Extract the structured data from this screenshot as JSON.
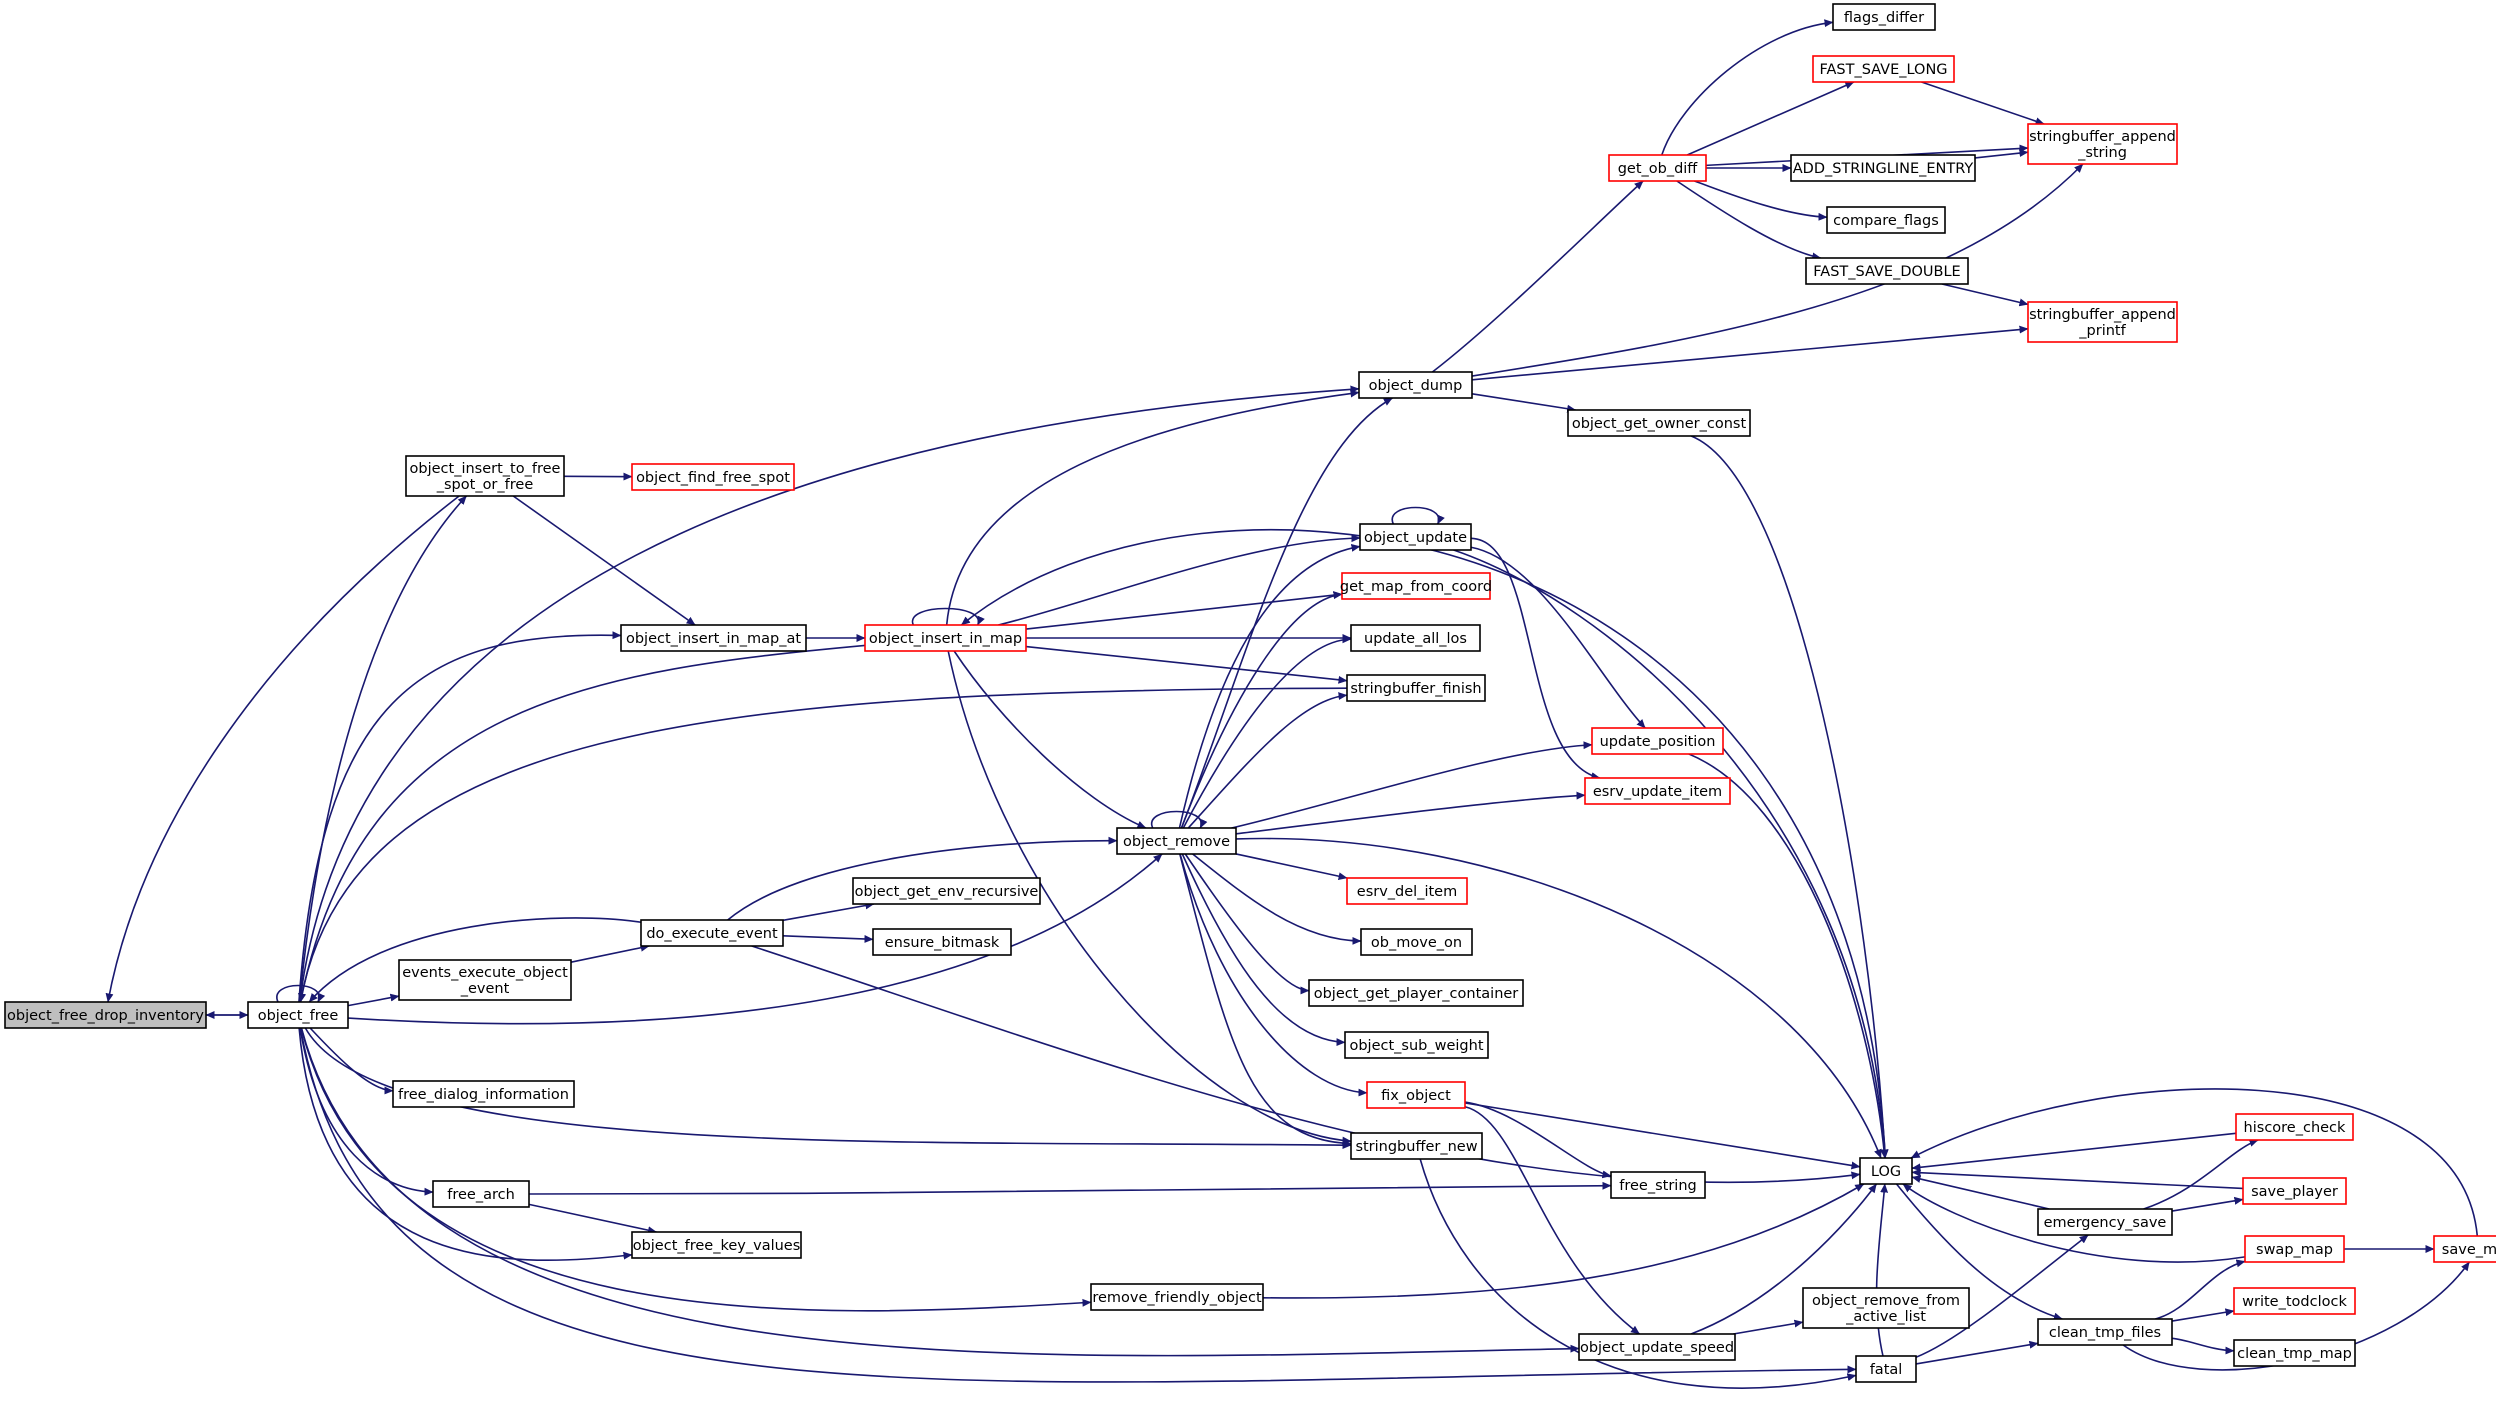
{
  "colors": {
    "edge": "#191970",
    "border": "#000000",
    "red_border": "#ff0000",
    "root_fill": "#bfbfbf"
  },
  "nodes": [
    {
      "id": "object_free_drop_inventory",
      "lines": [
        "object_free_drop_inventory"
      ],
      "style": "root"
    },
    {
      "id": "object_free",
      "lines": [
        "object_free"
      ],
      "style": "black"
    },
    {
      "id": "object_insert_to_free_spot_or_free",
      "lines": [
        "object_insert_to_free",
        "_spot_or_free"
      ],
      "style": "black"
    },
    {
      "id": "object_find_free_spot",
      "lines": [
        "object_find_free_spot"
      ],
      "style": "red"
    },
    {
      "id": "object_insert_in_map_at",
      "lines": [
        "object_insert_in_map_at"
      ],
      "style": "black"
    },
    {
      "id": "object_insert_in_map",
      "lines": [
        "object_insert_in_map"
      ],
      "style": "red"
    },
    {
      "id": "events_execute_object_event",
      "lines": [
        "events_execute_object",
        "_event"
      ],
      "style": "black"
    },
    {
      "id": "do_execute_event",
      "lines": [
        "do_execute_event"
      ],
      "style": "black"
    },
    {
      "id": "object_get_env_recursive",
      "lines": [
        "object_get_env_recursive"
      ],
      "style": "black"
    },
    {
      "id": "ensure_bitmask",
      "lines": [
        "ensure_bitmask"
      ],
      "style": "black"
    },
    {
      "id": "free_dialog_information",
      "lines": [
        "free_dialog_information"
      ],
      "style": "black"
    },
    {
      "id": "free_arch",
      "lines": [
        "free_arch"
      ],
      "style": "black"
    },
    {
      "id": "object_free_key_values",
      "lines": [
        "object_free_key_values"
      ],
      "style": "black"
    },
    {
      "id": "remove_friendly_object",
      "lines": [
        "remove_friendly_object"
      ],
      "style": "black"
    },
    {
      "id": "object_dump",
      "lines": [
        "object_dump"
      ],
      "style": "black"
    },
    {
      "id": "object_get_owner_const",
      "lines": [
        "object_get_owner_const"
      ],
      "style": "black"
    },
    {
      "id": "get_ob_diff",
      "lines": [
        "get_ob_diff"
      ],
      "style": "red"
    },
    {
      "id": "flags_differ",
      "lines": [
        "flags_differ"
      ],
      "style": "black"
    },
    {
      "id": "FAST_SAVE_LONG",
      "lines": [
        "FAST_SAVE_LONG"
      ],
      "style": "red"
    },
    {
      "id": "ADD_STRINGLINE_ENTRY",
      "lines": [
        "ADD_STRINGLINE_ENTRY"
      ],
      "style": "black"
    },
    {
      "id": "compare_flags",
      "lines": [
        "compare_flags"
      ],
      "style": "black"
    },
    {
      "id": "FAST_SAVE_DOUBLE",
      "lines": [
        "FAST_SAVE_DOUBLE"
      ],
      "style": "black"
    },
    {
      "id": "stringbuffer_append_string",
      "lines": [
        "stringbuffer_append",
        "_string"
      ],
      "style": "red"
    },
    {
      "id": "stringbuffer_append_printf",
      "lines": [
        "stringbuffer_append",
        "_printf"
      ],
      "style": "red"
    },
    {
      "id": "object_update",
      "lines": [
        "object_update"
      ],
      "style": "black"
    },
    {
      "id": "get_map_from_coord",
      "lines": [
        "get_map_from_coord"
      ],
      "style": "red"
    },
    {
      "id": "update_all_los",
      "lines": [
        "update_all_los"
      ],
      "style": "black"
    },
    {
      "id": "stringbuffer_finish",
      "lines": [
        "stringbuffer_finish"
      ],
      "style": "black"
    },
    {
      "id": "update_position",
      "lines": [
        "update_position"
      ],
      "style": "red"
    },
    {
      "id": "esrv_update_item",
      "lines": [
        "esrv_update_item"
      ],
      "style": "red"
    },
    {
      "id": "object_remove",
      "lines": [
        "object_remove"
      ],
      "style": "black"
    },
    {
      "id": "esrv_del_item",
      "lines": [
        "esrv_del_item"
      ],
      "style": "red"
    },
    {
      "id": "ob_move_on",
      "lines": [
        "ob_move_on"
      ],
      "style": "black"
    },
    {
      "id": "object_get_player_container",
      "lines": [
        "object_get_player_container"
      ],
      "style": "black"
    },
    {
      "id": "object_sub_weight",
      "lines": [
        "object_sub_weight"
      ],
      "style": "black"
    },
    {
      "id": "fix_object",
      "lines": [
        "fix_object"
      ],
      "style": "red"
    },
    {
      "id": "stringbuffer_new",
      "lines": [
        "stringbuffer_new"
      ],
      "style": "black"
    },
    {
      "id": "free_string",
      "lines": [
        "free_string"
      ],
      "style": "black"
    },
    {
      "id": "LOG",
      "lines": [
        "LOG"
      ],
      "style": "black"
    },
    {
      "id": "object_update_speed",
      "lines": [
        "object_update_speed"
      ],
      "style": "black"
    },
    {
      "id": "object_remove_from_active_list",
      "lines": [
        "object_remove_from",
        "_active_list"
      ],
      "style": "black"
    },
    {
      "id": "fatal",
      "lines": [
        "fatal"
      ],
      "style": "black"
    },
    {
      "id": "emergency_save",
      "lines": [
        "emergency_save"
      ],
      "style": "black"
    },
    {
      "id": "clean_tmp_files",
      "lines": [
        "clean_tmp_files"
      ],
      "style": "black"
    },
    {
      "id": "hiscore_check",
      "lines": [
        "hiscore_check"
      ],
      "style": "red"
    },
    {
      "id": "save_player",
      "lines": [
        "save_player"
      ],
      "style": "red"
    },
    {
      "id": "swap_map",
      "lines": [
        "swap_map"
      ],
      "style": "red"
    },
    {
      "id": "save_map",
      "lines": [
        "save_map"
      ],
      "style": "red"
    },
    {
      "id": "write_todclock",
      "lines": [
        "write_todclock"
      ],
      "style": "red"
    },
    {
      "id": "clean_tmp_map",
      "lines": [
        "clean_tmp_map"
      ],
      "style": "black"
    }
  ],
  "edges": [
    [
      "object_free",
      "object_free_drop_inventory"
    ],
    [
      "object_insert_to_free_spot_or_free",
      "object_free_drop_inventory"
    ],
    [
      "object_free_drop_inventory",
      "object_free"
    ],
    [
      "object_free",
      "object_free"
    ],
    [
      "object_free",
      "object_insert_to_free_spot_or_free"
    ],
    [
      "object_insert_to_free_spot_or_free",
      "object_find_free_spot"
    ],
    [
      "object_insert_to_free_spot_or_free",
      "object_insert_in_map_at"
    ],
    [
      "object_free",
      "object_insert_in_map_at"
    ],
    [
      "object_insert_in_map_at",
      "object_insert_in_map"
    ],
    [
      "object_insert_in_map",
      "object_free"
    ],
    [
      "object_insert_in_map",
      "object_insert_in_map"
    ],
    [
      "object_free",
      "object_dump"
    ],
    [
      "object_free",
      "events_execute_object_event"
    ],
    [
      "events_execute_object_event",
      "do_execute_event"
    ],
    [
      "do_execute_event",
      "object_free"
    ],
    [
      "do_execute_event",
      "object_get_env_recursive"
    ],
    [
      "do_execute_event",
      "ensure_bitmask"
    ],
    [
      "do_execute_event",
      "object_remove"
    ],
    [
      "do_execute_event",
      "LOG"
    ],
    [
      "object_free",
      "free_dialog_information"
    ],
    [
      "object_free",
      "free_arch"
    ],
    [
      "object_free",
      "object_free_key_values"
    ],
    [
      "free_arch",
      "object_free_key_values"
    ],
    [
      "free_arch",
      "free_string"
    ],
    [
      "object_free",
      "remove_friendly_object"
    ],
    [
      "remove_friendly_object",
      "LOG"
    ],
    [
      "object_free",
      "object_update_speed"
    ],
    [
      "object_free",
      "fatal"
    ],
    [
      "object_free",
      "stringbuffer_new"
    ],
    [
      "stringbuffer_finish",
      "object_free"
    ],
    [
      "object_free",
      "object_remove"
    ],
    [
      "object_insert_in_map",
      "object_dump"
    ],
    [
      "object_insert_in_map",
      "object_update"
    ],
    [
      "object_insert_in_map",
      "get_map_from_coord"
    ],
    [
      "object_insert_in_map",
      "update_all_los"
    ],
    [
      "object_insert_in_map",
      "stringbuffer_finish"
    ],
    [
      "object_insert_in_map",
      "object_remove"
    ],
    [
      "object_insert_in_map",
      "stringbuffer_new"
    ],
    [
      "LOG",
      "object_insert_in_map"
    ],
    [
      "object_dump",
      "get_ob_diff"
    ],
    [
      "object_dump",
      "stringbuffer_append_string"
    ],
    [
      "object_dump",
      "stringbuffer_append_printf"
    ],
    [
      "object_dump",
      "object_get_owner_const"
    ],
    [
      "object_get_owner_const",
      "LOG"
    ],
    [
      "get_ob_diff",
      "flags_differ"
    ],
    [
      "get_ob_diff",
      "FAST_SAVE_LONG"
    ],
    [
      "get_ob_diff",
      "stringbuffer_append_string"
    ],
    [
      "get_ob_diff",
      "ADD_STRINGLINE_ENTRY"
    ],
    [
      "get_ob_diff",
      "compare_flags"
    ],
    [
      "get_ob_diff",
      "FAST_SAVE_DOUBLE"
    ],
    [
      "FAST_SAVE_LONG",
      "stringbuffer_append_string"
    ],
    [
      "ADD_STRINGLINE_ENTRY",
      "stringbuffer_append_string"
    ],
    [
      "FAST_SAVE_DOUBLE",
      "stringbuffer_append_printf"
    ],
    [
      "object_update",
      "object_update"
    ],
    [
      "object_update",
      "update_position"
    ],
    [
      "object_update",
      "esrv_update_item"
    ],
    [
      "object_update",
      "LOG"
    ],
    [
      "update_position",
      "LOG"
    ],
    [
      "object_remove",
      "object_remove"
    ],
    [
      "object_remove",
      "object_dump"
    ],
    [
      "object_remove",
      "object_update"
    ],
    [
      "object_remove",
      "get_map_from_coord"
    ],
    [
      "object_remove",
      "update_all_los"
    ],
    [
      "object_remove",
      "stringbuffer_finish"
    ],
    [
      "object_remove",
      "update_position"
    ],
    [
      "object_remove",
      "esrv_update_item"
    ],
    [
      "object_remove",
      "esrv_del_item"
    ],
    [
      "object_remove",
      "ob_move_on"
    ],
    [
      "object_remove",
      "object_get_player_container"
    ],
    [
      "object_remove",
      "object_sub_weight"
    ],
    [
      "object_remove",
      "fix_object"
    ],
    [
      "object_remove",
      "stringbuffer_new"
    ],
    [
      "object_remove",
      "LOG"
    ],
    [
      "fix_object",
      "free_string"
    ],
    [
      "fix_object",
      "LOG"
    ],
    [
      "fix_object",
      "object_update_speed"
    ],
    [
      "stringbuffer_new",
      "fatal"
    ],
    [
      "object_update_speed",
      "LOG"
    ],
    [
      "object_update_speed",
      "object_remove_from_active_list"
    ],
    [
      "fatal",
      "LOG"
    ],
    [
      "fatal",
      "emergency_save"
    ],
    [
      "fatal",
      "clean_tmp_files"
    ],
    [
      "emergency_save",
      "LOG"
    ],
    [
      "emergency_save",
      "hiscore_check"
    ],
    [
      "emergency_save",
      "save_player"
    ],
    [
      "hiscore_check",
      "LOG"
    ],
    [
      "save_player",
      "LOG"
    ],
    [
      "LOG",
      "clean_tmp_files"
    ],
    [
      "clean_tmp_files",
      "swap_map"
    ],
    [
      "clean_tmp_files",
      "write_todclock"
    ],
    [
      "clean_tmp_files",
      "clean_tmp_map"
    ],
    [
      "clean_tmp_files",
      "save_map"
    ],
    [
      "swap_map",
      "save_map"
    ],
    [
      "swap_map",
      "LOG"
    ],
    [
      "save_map",
      "LOG"
    ]
  ]
}
